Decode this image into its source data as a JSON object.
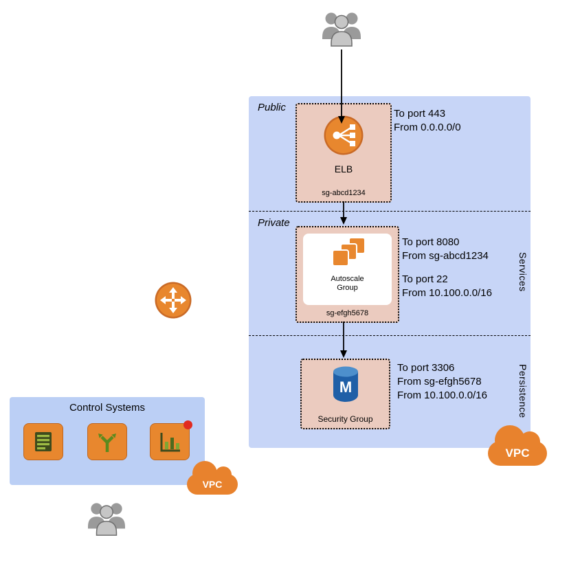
{
  "vpc": {
    "badge": "VPC",
    "public_label": "Public",
    "private_label": "Private",
    "services_label": "Services",
    "persistence_label": "Persistence",
    "elb": {
      "name": "ELB",
      "sg": "sg-abcd1234",
      "rules": [
        "To port 443",
        "From 0.0.0.0/0"
      ]
    },
    "autoscale": {
      "name": "Autoscale Group",
      "sg": "sg-efgh5678",
      "rules_http": [
        "To port 8080",
        "From sg-abcd1234"
      ],
      "rules_ssh": [
        "To port 22",
        "From 10.100.0.0/16"
      ]
    },
    "db": {
      "name": "Security Group",
      "icon_letter": "M",
      "rules": [
        "To port 3306",
        "From sg-efgh5678",
        "From 10.100.0.0/16"
      ]
    }
  },
  "control": {
    "title": "Control Systems",
    "badge": "VPC"
  }
}
